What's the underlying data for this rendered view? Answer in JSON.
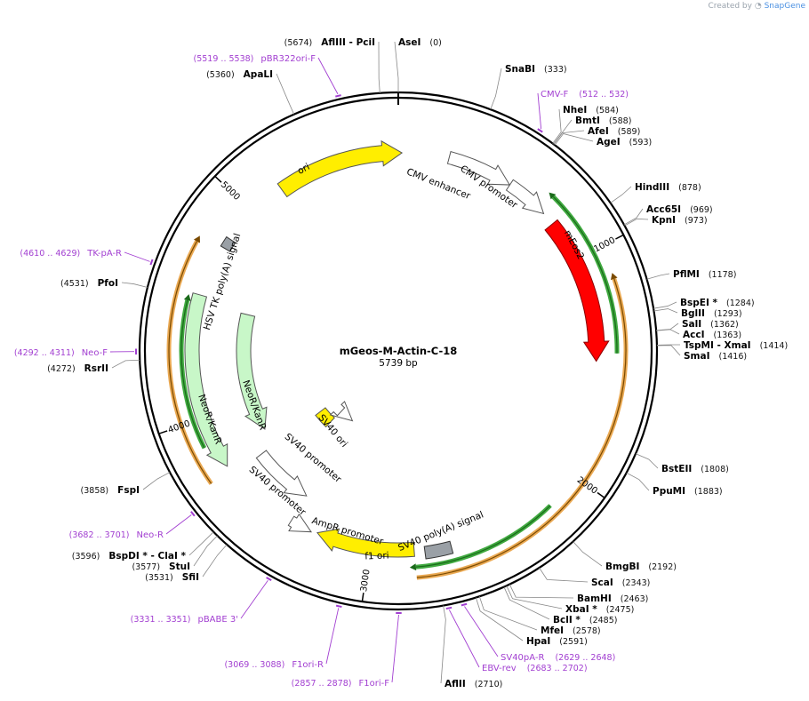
{
  "credit": {
    "prefix": "Created by",
    "brand": "SnapGene"
  },
  "plasmid": {
    "name": "mGeos-M-Actin-C-18",
    "length": 5739,
    "length_label": "5739 bp"
  },
  "ticks": [
    {
      "bp": 1000,
      "label": "1000"
    },
    {
      "bp": 2000,
      "label": "2000"
    },
    {
      "bp": 3000,
      "label": "3000"
    },
    {
      "bp": 4000,
      "label": "4000"
    },
    {
      "bp": 5000,
      "label": "5000"
    }
  ],
  "sites": [
    {
      "name": "AseI",
      "pos": "(0)",
      "bp": 0
    },
    {
      "name": "SnaBI",
      "pos": "(333)",
      "bp": 333
    },
    {
      "name": "NheI",
      "pos": "(584)",
      "bp": 584
    },
    {
      "name": "BmtI",
      "pos": "(588)",
      "bp": 588
    },
    {
      "name": "AfeI",
      "pos": "(589)",
      "bp": 589
    },
    {
      "name": "AgeI",
      "pos": "(593)",
      "bp": 593
    },
    {
      "name": "HindIII",
      "pos": "(878)",
      "bp": 878
    },
    {
      "name": "Acc65I",
      "pos": "(969)",
      "bp": 969
    },
    {
      "name": "KpnI",
      "pos": "(973)",
      "bp": 973
    },
    {
      "name": "PflMI",
      "pos": "(1178)",
      "bp": 1178
    },
    {
      "name": "BspEI *",
      "pos": "(1284)",
      "bp": 1284
    },
    {
      "name": "BglII",
      "pos": "(1293)",
      "bp": 1293
    },
    {
      "name": "SalI",
      "pos": "(1362)",
      "bp": 1362
    },
    {
      "name": "AccI",
      "pos": "(1363)",
      "bp": 1363
    },
    {
      "name": "TspMI  - XmaI",
      "pos": "(1414)",
      "bp": 1414
    },
    {
      "name": "SmaI",
      "pos": "(1416)",
      "bp": 1416
    },
    {
      "name": "BstEII",
      "pos": "(1808)",
      "bp": 1808
    },
    {
      "name": "PpuMI",
      "pos": "(1883)",
      "bp": 1883
    },
    {
      "name": "BmgBI",
      "pos": "(2192)",
      "bp": 2192
    },
    {
      "name": "ScaI",
      "pos": "(2343)",
      "bp": 2343
    },
    {
      "name": "BamHI",
      "pos": "(2463)",
      "bp": 2463
    },
    {
      "name": "XbaI *",
      "pos": "(2475)",
      "bp": 2475
    },
    {
      "name": "BclI *",
      "pos": "(2485)",
      "bp": 2485
    },
    {
      "name": "MfeI",
      "pos": "(2578)",
      "bp": 2578
    },
    {
      "name": "HpaI",
      "pos": "(2591)",
      "bp": 2591
    },
    {
      "name": "AflII",
      "pos": "(2710)",
      "bp": 2710
    },
    {
      "name": "SfiI",
      "pos": "(3531)",
      "bp": 3531
    },
    {
      "name": "StuI",
      "pos": "(3577)",
      "bp": 3577
    },
    {
      "name": "BspDI *  - ClaI *",
      "pos": "(3596)",
      "bp": 3596
    },
    {
      "name": "FspI",
      "pos": "(3858)",
      "bp": 3858
    },
    {
      "name": "RsrII",
      "pos": "(4272)",
      "bp": 4272
    },
    {
      "name": "PfoI",
      "pos": "(4531)",
      "bp": 4531
    },
    {
      "name": "ApaLI",
      "pos": "(5360)",
      "bp": 5360
    },
    {
      "name": "AflIII  - PciI",
      "pos": "(5674)",
      "bp": 5674
    }
  ],
  "primers": [
    {
      "name": "pBR322ori-F",
      "pos": "(5519 .. 5538)",
      "bp": 5528
    },
    {
      "name": "CMV-F",
      "pos": "(512 .. 532)",
      "bp": 522
    },
    {
      "name": "TK-pA-R",
      "pos": "(4610 .. 4629)",
      "bp": 4620
    },
    {
      "name": "Neo-F",
      "pos": "(4292 .. 4311)",
      "bp": 4302
    },
    {
      "name": "Neo-R",
      "pos": "(3682 .. 3701)",
      "bp": 3692
    },
    {
      "name": "pBABE 3'",
      "pos": "(3331 .. 3351)",
      "bp": 3341
    },
    {
      "name": "F1ori-R",
      "pos": "(3069 .. 3088)",
      "bp": 3078
    },
    {
      "name": "F1ori-F",
      "pos": "(2857 .. 2878)",
      "bp": 2868
    },
    {
      "name": "SV40pA-R",
      "pos": "(2629 .. 2648)",
      "bp": 2638
    },
    {
      "name": "EBV-rev",
      "pos": "(2683 .. 2702)",
      "bp": 2692
    }
  ],
  "features": [
    {
      "name": "CMV enhancer",
      "start": 235,
      "end": 539,
      "color": "#ffffff",
      "stroke": "#555555",
      "dir": 1
    },
    {
      "name": "CMV promoter",
      "start": 540,
      "end": 743,
      "color": "#ffffff",
      "stroke": "#555555",
      "dir": 1
    },
    {
      "name": "mEos2",
      "start": 805,
      "end": 1482,
      "color": "#ff0000",
      "stroke": "#8b0000",
      "dir": 1
    },
    {
      "name": "SV40 poly(A) signal",
      "start": 2628,
      "end": 2749,
      "color": "#9aa0a6",
      "stroke": "#333333",
      "dir": 0
    },
    {
      "name": "f1 ori",
      "start": 2797,
      "end": 3252,
      "color": "#ffee00",
      "stroke": "#555555",
      "dir": 1
    },
    {
      "name": "AmpR promoter",
      "start": 3279,
      "end": 3383,
      "color": "#ffffff",
      "stroke": "#555555",
      "dir": -1
    },
    {
      "name": "SV40 promoter",
      "start": 3385,
      "end": 3714,
      "color": "#ffffff",
      "stroke": "#555555",
      "dir": -1
    },
    {
      "name": "NeoR/KanR",
      "start": 3762,
      "end": 4556,
      "color": "#c8f7c8",
      "stroke": "#555555",
      "dir": -1
    },
    {
      "name": "HSV TK poly(A) signal",
      "start": 4792,
      "end": 4840,
      "color": "#9aa0a6",
      "stroke": "#333333",
      "dir": 0
    },
    {
      "name": "ori",
      "start": 5168,
      "end": 5756,
      "color": "#ffee00",
      "stroke": "#555555",
      "dir": 1
    },
    {
      "name": "SV40 ori",
      "start": 3565,
      "end": 3700,
      "color": "#ffee00",
      "stroke": "#555555",
      "dir": 0
    },
    {
      "name": "SV40 promoter",
      "start": 3400,
      "end": 3560,
      "color": "#ffffff",
      "stroke": "#555555",
      "dir": -1
    },
    {
      "name": "NeoR/KanR",
      "start": 3820,
      "end": 4520,
      "color": "#c8f7c8",
      "stroke": "#555555",
      "dir": -1
    }
  ],
  "orfs": [
    {
      "start": 1140,
      "end": 2795,
      "dir": -1,
      "color": "#e8a040"
    },
    {
      "start": 3740,
      "end": 4760,
      "dir": 1,
      "color": "#e8a040"
    },
    {
      "start": 720,
      "end": 1445,
      "dir": -1,
      "color": "#2aa02a"
    },
    {
      "start": 2160,
      "end": 2795,
      "dir": 1,
      "color": "#2aa02a"
    },
    {
      "start": 3880,
      "end": 4520,
      "dir": 1,
      "color": "#2aa02a"
    }
  ]
}
